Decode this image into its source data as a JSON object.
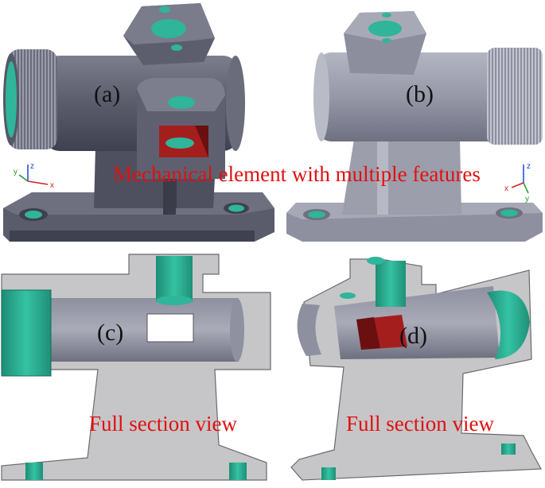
{
  "labels": {
    "a": "(a)",
    "b": "(b)",
    "c": "(c)",
    "d": "(d)"
  },
  "captions": {
    "top": "Mechanical element with multiple features",
    "section_left": "Full section view",
    "section_right": "Full section view"
  },
  "axes": {
    "x": "x",
    "y": "y",
    "z": "z"
  },
  "colors": {
    "body": "#7a7c8c",
    "body_dark": "#4e5060",
    "body_light": "#a6a8b6",
    "section_face": "#c6c6c8",
    "hole_teal": "#2fb59a",
    "hole_dark": "#0f6f5a",
    "cut_red": "#a51e1e",
    "caption_red": "#e01010"
  }
}
